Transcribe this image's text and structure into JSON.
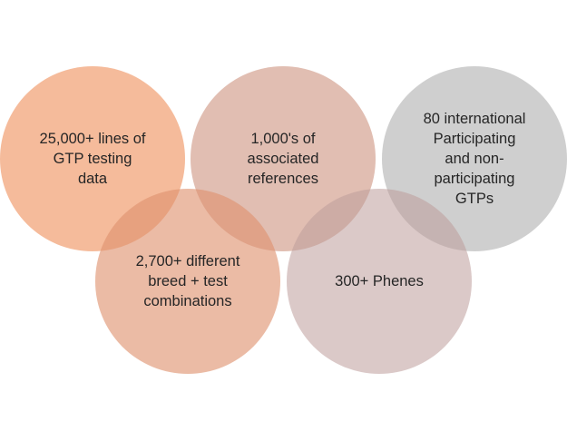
{
  "circles": [
    {
      "label": "25,000+ lines of\nGTP testing\ndata",
      "color": "#f19e70"
    },
    {
      "label": "1,000's of\nassociated\nreferences",
      "color": "#cc8f7b"
    },
    {
      "label": "80 international\nParticipating\nand non-\nparticipating\nGTPs",
      "color": "#a8a8a8"
    },
    {
      "label": "2,700+ different\nbreed + test\ncombinations",
      "color": "#df926e"
    },
    {
      "label": "300+ Phenes",
      "color": "#bd9c9a"
    }
  ]
}
